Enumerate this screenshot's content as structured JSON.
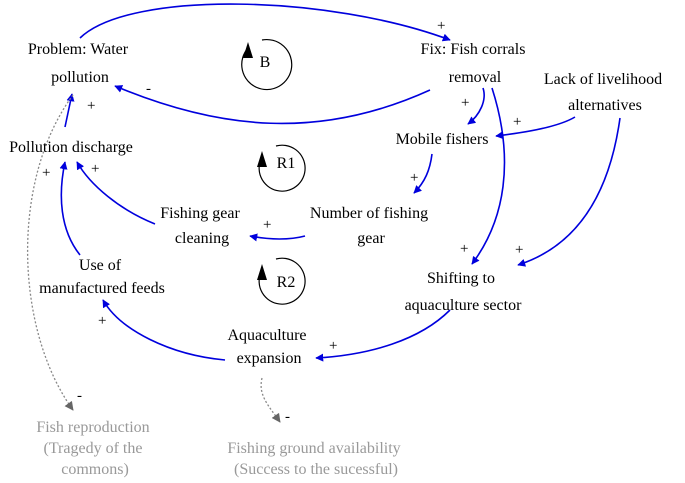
{
  "nodes": {
    "water_pollution": [
      "Problem: Water",
      "pollution"
    ],
    "fix_fish_corrals": [
      "Fix: Fish corrals",
      "removal"
    ],
    "lack_livelihood": [
      "Lack of livelihood",
      "alternatives"
    ],
    "pollution_discharge": [
      "Pollution discharge"
    ],
    "mobile_fishers": [
      "Mobile fishers"
    ],
    "number_fishing_gear": [
      "Number of fishing",
      "gear"
    ],
    "fishing_gear_cleaning": [
      "Fishing gear",
      "cleaning"
    ],
    "manufactured_feeds": [
      "Use of",
      "manufactured feeds"
    ],
    "shifting_aquaculture": [
      "Shifting to",
      "aquaculture sector"
    ],
    "aquaculture_expansion": [
      "Aquaculture",
      "expansion"
    ],
    "fish_reproduction": [
      "Fish reproduction",
      "(Tragedy of the",
      "commons)"
    ],
    "fishing_ground": [
      "Fishing ground availability",
      "(Success to the sucessful)"
    ]
  },
  "loops": {
    "b": "B",
    "r1": "R1",
    "r2": "R2"
  },
  "polarities": {
    "pollution_to_fix": "+",
    "fix_to_pollution": "-",
    "discharge_to_pollution": "+",
    "fix_to_mobile": "+",
    "lack_to_mobile": "+",
    "mobile_to_gear": "+",
    "gear_to_cleaning": "+",
    "cleaning_to_discharge": "+",
    "feeds_to_discharge": "+",
    "fix_to_shifting": "+",
    "lack_to_shifting": "+",
    "shifting_to_expansion": "+",
    "expansion_to_feeds": "+",
    "pollution_to_reproduction": "-",
    "expansion_to_fishing_ground": "-"
  },
  "colors": {
    "link": "#0000dd",
    "secondary_link": "#888888",
    "secondary_text": "#999999"
  }
}
